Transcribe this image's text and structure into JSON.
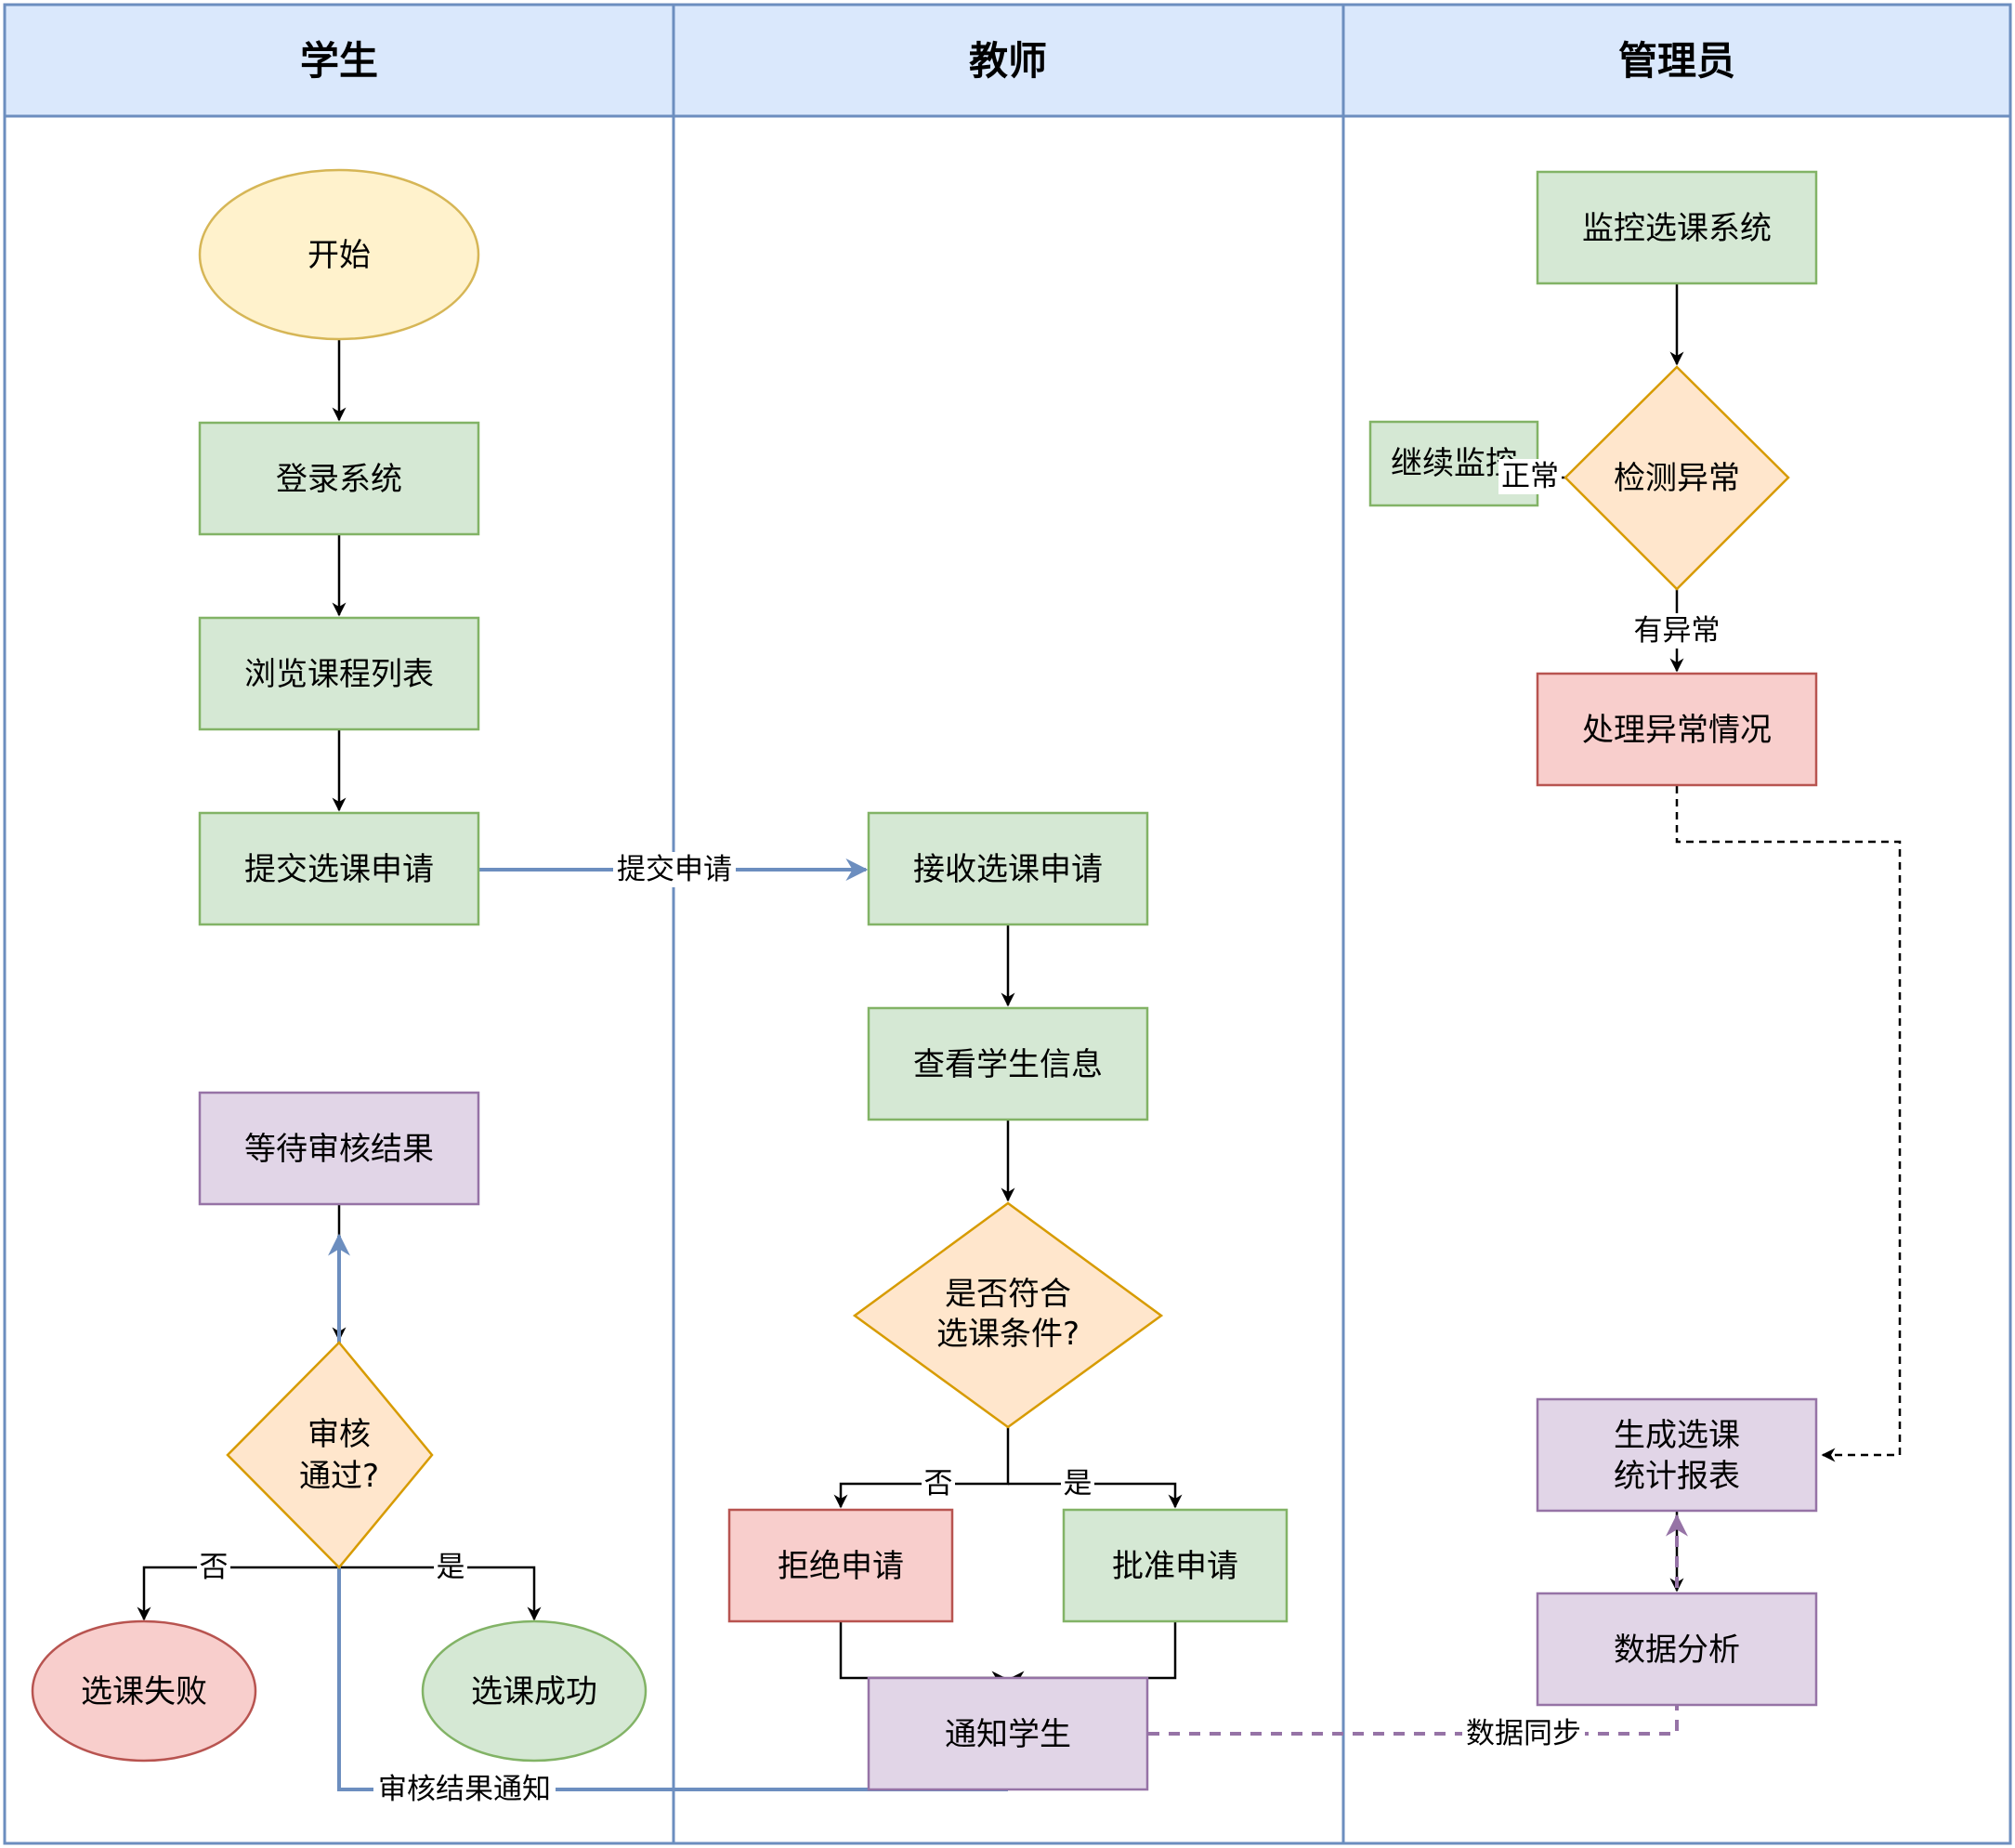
{
  "diagram": {
    "colors": {
      "lane_border": "#6c8ebf",
      "lane_header_fill": "#dae8fc",
      "green_fill": "#d5e8d4",
      "green_stroke": "#82b366",
      "yellow_fill": "#fff2cc",
      "yellow_stroke": "#d6b656",
      "orange_fill": "#ffe6cc",
      "orange_stroke": "#d79b00",
      "red_fill": "#f8cecc",
      "red_stroke": "#b85450",
      "purple_fill": "#e1d5e7",
      "purple_stroke": "#9673a6",
      "blue_edge": "#6c8ebf",
      "purple_edge": "#9673a6",
      "black_edge": "#000000"
    },
    "lanes": [
      {
        "id": "student",
        "title": "学生"
      },
      {
        "id": "teacher",
        "title": "教师"
      },
      {
        "id": "admin",
        "title": "管理员"
      }
    ],
    "nodes": {
      "start": {
        "text": [
          "开始"
        ],
        "color": "yellow",
        "shape": "ellipse"
      },
      "login": {
        "text": [
          "登录系统"
        ],
        "color": "green",
        "shape": "rect"
      },
      "browse": {
        "text": [
          "浏览课程列表"
        ],
        "color": "green",
        "shape": "rect"
      },
      "submit": {
        "text": [
          "提交选课申请"
        ],
        "color": "green",
        "shape": "rect"
      },
      "wait": {
        "text": [
          "等待审核结果"
        ],
        "color": "purple",
        "shape": "rect"
      },
      "review_pass": {
        "text": [
          "审核",
          "通过?"
        ],
        "color": "orange",
        "shape": "diamond"
      },
      "fail": {
        "text": [
          "选课失败"
        ],
        "color": "red",
        "shape": "ellipse"
      },
      "success": {
        "text": [
          "选课成功"
        ],
        "color": "green",
        "shape": "ellipse"
      },
      "receive": {
        "text": [
          "接收选课申请"
        ],
        "color": "green",
        "shape": "rect"
      },
      "view_info": {
        "text": [
          "查看学生信息"
        ],
        "color": "green",
        "shape": "rect"
      },
      "eligible": {
        "text": [
          "是否符合",
          "选课条件?"
        ],
        "color": "orange",
        "shape": "diamond"
      },
      "reject": {
        "text": [
          "拒绝申请"
        ],
        "color": "red",
        "shape": "rect"
      },
      "approve": {
        "text": [
          "批准申请"
        ],
        "color": "green",
        "shape": "rect"
      },
      "notify": {
        "text": [
          "通知学生"
        ],
        "color": "purple",
        "shape": "rect"
      },
      "monitor": {
        "text": [
          "监控选课系统"
        ],
        "color": "green",
        "shape": "rect"
      },
      "continue": {
        "text": [
          "继续监控"
        ],
        "color": "green",
        "shape": "rect"
      },
      "detect": {
        "text": [
          "检测异常"
        ],
        "color": "orange",
        "shape": "diamond"
      },
      "handle": {
        "text": [
          "处理异常情况"
        ],
        "color": "red",
        "shape": "rect"
      },
      "report": {
        "text": [
          "生成选课",
          "统计报表"
        ],
        "color": "purple",
        "shape": "rect"
      },
      "analysis": {
        "text": [
          "数据分析"
        ],
        "color": "purple",
        "shape": "rect"
      }
    },
    "edge_labels": {
      "submit_request": "提交申请",
      "review_no": "否",
      "review_yes": "是",
      "eligible_no": "否",
      "eligible_yes": "是",
      "detect_normal": "正常",
      "detect_abnormal": "有异常",
      "review_result_notice": "审核结果通知",
      "data_sync": "数据同步"
    }
  }
}
